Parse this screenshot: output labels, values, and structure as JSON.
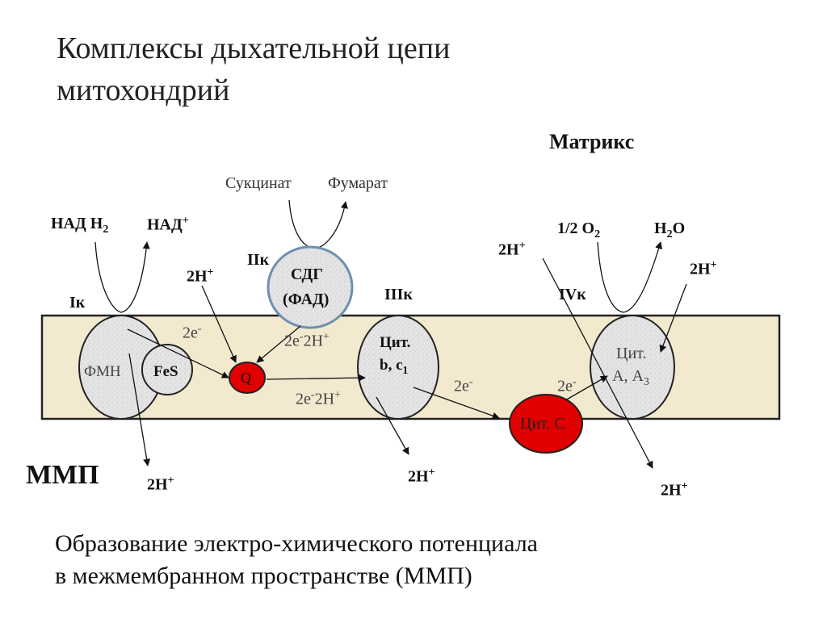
{
  "title": {
    "line1": "Комплексы дыхательной цепи",
    "line2": "митохондрий"
  },
  "labels": {
    "matrix": "Матрикс",
    "succinate": "Сукцинат",
    "fumarate": "Фумарат",
    "nadh": "НАД Н",
    "nadh_sub": "2",
    "nad_plus": "НАД",
    "plus": "+",
    "complex1": "Iк",
    "complex2": "IIк",
    "complex3": "IIIк",
    "complex4": "IVк",
    "sdg": "СДГ",
    "fad": "(ФАД)",
    "proton_2h": "2Н",
    "half_o2": "1/2 О",
    "o2_sub": "2",
    "h2o_h": "Н",
    "h2o_sub": "2",
    "h2o_o": "О",
    "two_e": "2е",
    "minus": "-",
    "two_e_two_h": "2Н",
    "fmn": "ФМН",
    "fes": "FeS",
    "q": "Q",
    "cyt_bc_1": "Цит.",
    "cyt_bc_2": "b, c",
    "cyt_bc_sub": "1",
    "cyt_c": "Цит. С",
    "cyt_aa_1": "Цит.",
    "cyt_aa_2": "А, А",
    "cyt_aa_sub": "3",
    "mmp": "ММП"
  },
  "footer": {
    "line1": "Образование электро-химического потенциала",
    "line2": "в межмембранном пространстве (ММП)"
  },
  "colors": {
    "membrane": "#f3e9cf",
    "complex_fill": "#e2e2e2",
    "carrier_red": "#e00000",
    "sdg_border": "#6f8fb0"
  }
}
